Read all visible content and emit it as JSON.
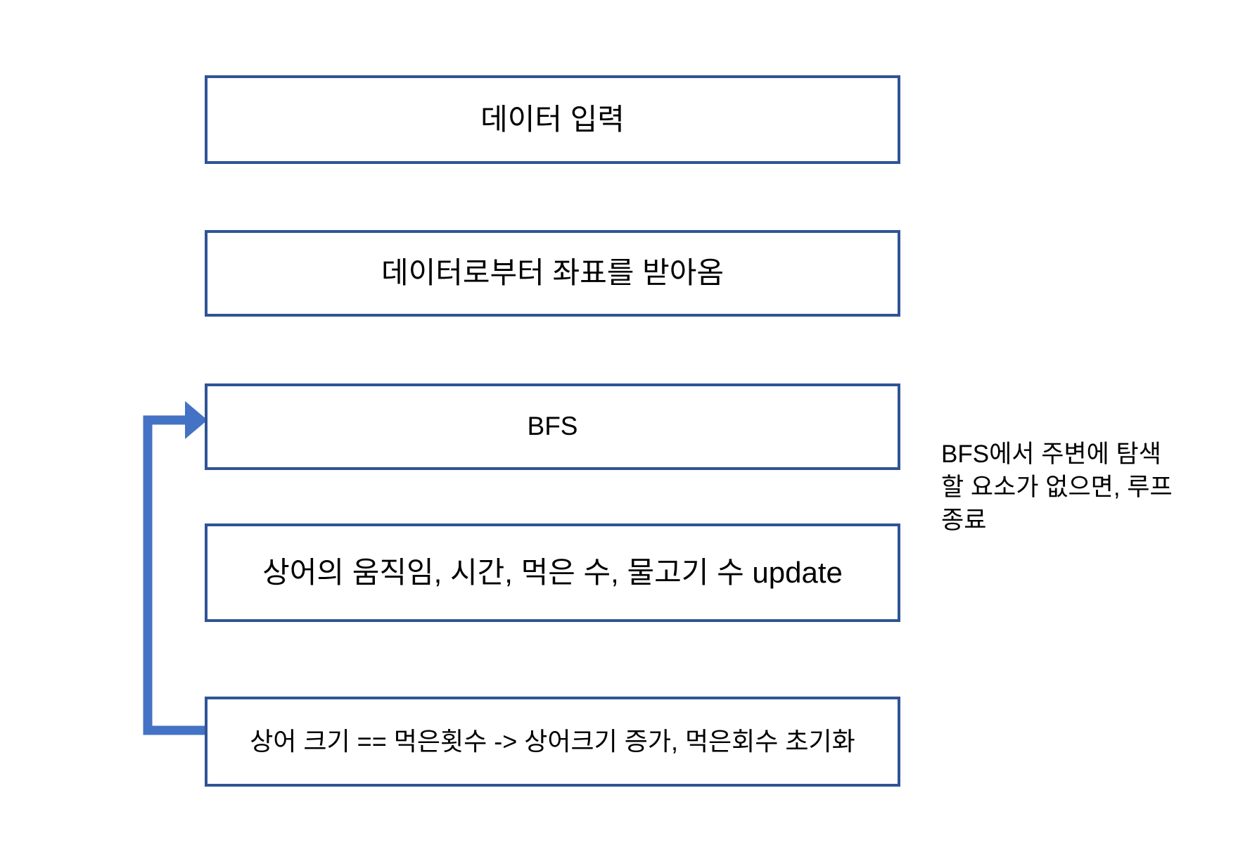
{
  "diagram": {
    "title": "BFS shark simulation flowchart",
    "colors": {
      "box_border": "#2F5496",
      "box_fill": "#FFFFFF",
      "arrow": "#4472C4",
      "text": "#000000",
      "background": "#FFFFFF"
    },
    "nodes": [
      {
        "id": "input",
        "label": "데이터 입력",
        "order": 1
      },
      {
        "id": "coords",
        "label": "데이터로부터 좌표를 받아옴",
        "order": 2
      },
      {
        "id": "bfs",
        "label": "BFS",
        "order": 3
      },
      {
        "id": "update",
        "label": "상어의 움직임, 시간, 먹은 수, 물고기 수 update",
        "order": 4
      },
      {
        "id": "grow",
        "label": "상어 크기 == 먹은횟수 -> 상어크기 증가, 먹은회수 초기화",
        "order": 5
      }
    ],
    "edges": [
      {
        "id": "loop-back",
        "from": "grow",
        "to": "bfs",
        "style": "elbow",
        "arrowhead": "triangle",
        "color": "#4472C4"
      }
    ],
    "annotations": [
      {
        "id": "loop-exit-note",
        "text": "BFS에서 주변에 탐색할 요소가 없으면, 루프 종료"
      }
    ]
  }
}
